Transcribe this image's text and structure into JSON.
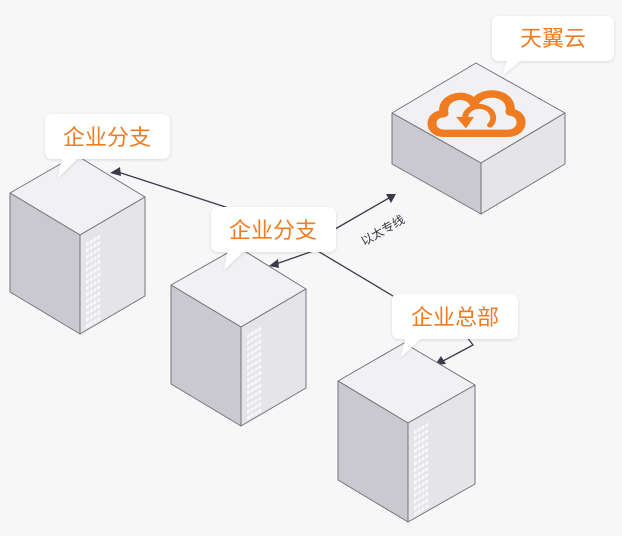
{
  "labels": {
    "cloud": "天翼云",
    "branch_left": "企业分支",
    "branch_middle": "企业分支",
    "headquarters": "企业总部"
  },
  "link_label": "以太专线",
  "colors": {
    "accent": "#f07c22",
    "line": "#3a3a4a",
    "background": "#f7f7f8"
  },
  "icons": {
    "cloud_logo": "cloud-refresh-icon"
  }
}
